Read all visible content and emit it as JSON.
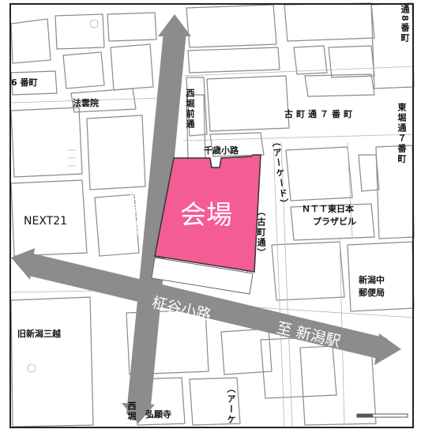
{
  "map": {
    "venue_label": "会場",
    "roads": {
      "nishibori": "西堀通",
      "masuya_koji": "柾谷小路",
      "to_station": "至 新潟駅"
    },
    "landmarks": {
      "next21": "NEXT21",
      "old_mitsukoshi": "旧新潟三越",
      "ntt": "ＮＴＴ東日本",
      "ntt_sub": "プラザビル",
      "post_office": "新潟中",
      "post_office_sub": "郵便局",
      "hozoin": "法雲院",
      "gufuku": "弘願寺"
    },
    "streets": {
      "rokuban": "6 番町",
      "furumachi_7": "古町通７番町",
      "higashibori_7": "東堀通７番町",
      "nishibori_mae": "西堀前通",
      "chitose": "千歳小路",
      "arcade": "（アーケード）",
      "furumachi_dori": "（古町通）",
      "arcade_bottom": "（アーケ",
      "nishibori_bottom": "西堀",
      "top_right": "通8番町"
    },
    "colors": {
      "venue": "#f45c95",
      "road": "#8c8c8c",
      "building_line": "#8a8a8a"
    }
  }
}
